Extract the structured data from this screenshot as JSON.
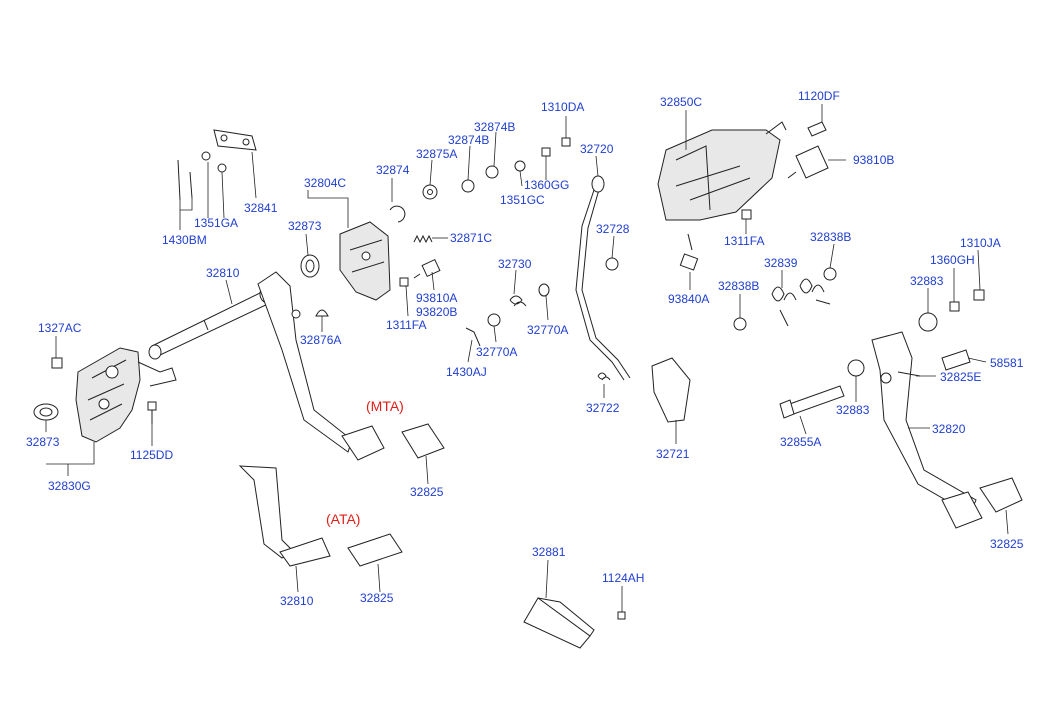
{
  "labels": {
    "l_1310DA": "1310DA",
    "l_32850C": "32850C",
    "l_1120DF": "1120DF",
    "l_32874B_a": "32874B",
    "l_32874B_b": "32874B",
    "l_32720": "32720",
    "l_32875A": "32875A",
    "l_93810B": "93810B",
    "l_32874": "32874",
    "l_1360GG": "1360GG",
    "l_32804C": "32804C",
    "l_1351GC": "1351GC",
    "l_32841": "32841",
    "l_1351GA": "1351GA",
    "l_32873_a": "32873",
    "l_32728": "32728",
    "l_1311FA_a": "1311FA",
    "l_32838B_a": "32838B",
    "l_1430BM": "1430BM",
    "l_32871C": "32871C",
    "l_1310JA": "1310JA",
    "l_32810_a": "32810",
    "l_32730": "32730",
    "l_32839": "32839",
    "l_1360GH": "1360GH",
    "l_32883_a": "32883",
    "l_93810A": "93810A",
    "l_93820B": "93820B",
    "l_32838B_b": "32838B",
    "l_93840A": "93840A",
    "l_1311FA_b": "1311FA",
    "l_32770A_a": "32770A",
    "l_1327AC": "1327AC",
    "l_32876A": "32876A",
    "l_32770A_b": "32770A",
    "l_58581": "58581",
    "l_1430AJ": "1430AJ",
    "l_32825E": "32825E",
    "l_32722": "32722",
    "l_32883_b": "32883",
    "l_32820": "32820",
    "l_32873_b": "32873",
    "l_32855A": "32855A",
    "l_1125DD": "1125DD",
    "l_32721": "32721",
    "l_32830G": "32830G",
    "l_32825_a": "32825",
    "l_32825_b": "32825",
    "l_32881": "32881",
    "l_1124AH": "1124AH",
    "l_32810_b": "32810",
    "l_32825_c": "32825"
  },
  "notes": {
    "mta": "(MTA)",
    "ata": "(ATA)"
  },
  "colors": {
    "label": "#1f3fd0",
    "note": "#e0201a",
    "line": "#222222"
  }
}
